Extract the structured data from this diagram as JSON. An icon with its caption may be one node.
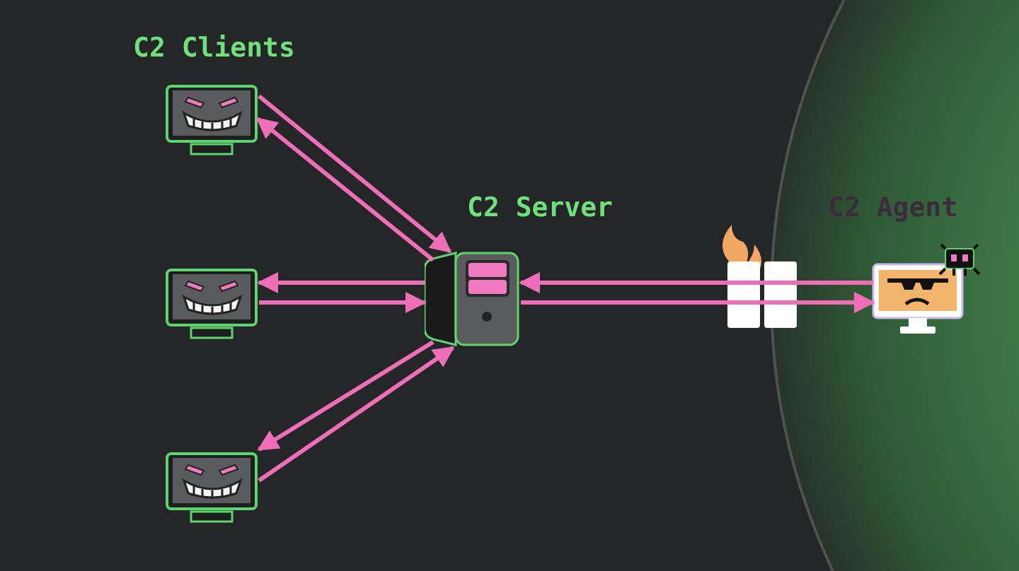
{
  "diagram": {
    "nodes": [
      {
        "text": [],
        "shape": "picture"
      },
      {
        "text": [],
        "shape": "picture"
      },
      {
        "text": [],
        "shape": "picture"
      },
      {
        "text": [
          "C2 Server"
        ]
      },
      {
        "text": [
          "C2 Agent"
        ]
      }
    ],
    "edges": [
      {
        "from": 0,
        "to": 3,
        "arrow": "to"
      },
      {
        "from": 3,
        "to": 0,
        "arrow": "to"
      },
      {
        "from": 3,
        "to": 1,
        "arrow": "to"
      },
      {
        "from": 1,
        "to": 3,
        "arrow": "to"
      },
      {
        "from": 3,
        "to": 2,
        "arrow": "to"
      },
      {
        "from": 2,
        "to": 3,
        "arrow": "to"
      },
      {
        "from": 4,
        "to": 3,
        "arrow": "to"
      },
      {
        "from": 3,
        "to": 4,
        "arrow": "to"
      }
    ],
    "labels": [
      "C2 Clients"
    ]
  }
}
